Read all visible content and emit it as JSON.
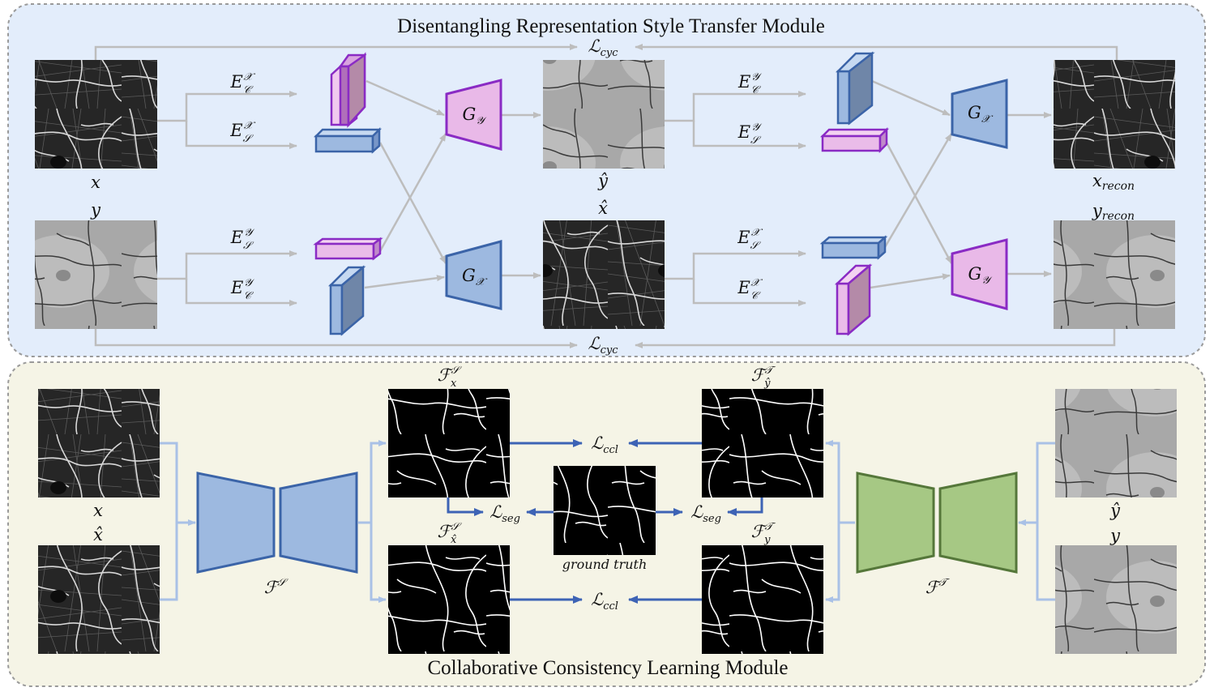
{
  "top_module": {
    "title": "Disentangling Representation Style Transfer Module",
    "loss_cyc_top": {
      "main": "ℒ",
      "sub": "cyc"
    },
    "loss_cyc_bottom": {
      "main": "ℒ",
      "sub": "cyc"
    },
    "encoders": {
      "ec_x": {
        "main": "E",
        "sub": "𝒞",
        "sup": "𝒳"
      },
      "es_x": {
        "main": "E",
        "sub": "𝒮",
        "sup": "𝒳"
      },
      "es_y": {
        "main": "E",
        "sub": "𝒮",
        "sup": "𝒴"
      },
      "ec_y": {
        "main": "E",
        "sub": "𝒞",
        "sup": "𝒴"
      },
      "ec_y2": {
        "main": "E",
        "sub": "𝒞",
        "sup": "𝒴"
      },
      "es_y2": {
        "main": "E",
        "sub": "𝒮",
        "sup": "𝒴"
      },
      "es_x2": {
        "main": "E",
        "sub": "𝒮",
        "sup": "𝒳"
      },
      "ec_x2": {
        "main": "E",
        "sub": "𝒞",
        "sup": "𝒳"
      }
    },
    "generators": {
      "g_y1": {
        "main": "G",
        "sub": "𝒴"
      },
      "g_x1": {
        "main": "G",
        "sub": "𝒳"
      },
      "g_x2": {
        "main": "G",
        "sub": "𝒳"
      },
      "g_y2": {
        "main": "G",
        "sub": "𝒴"
      }
    },
    "image_labels": {
      "x": "x",
      "y": "y",
      "y_hat": "ŷ",
      "x_hat": "x̂",
      "x_recon": {
        "main": "x",
        "sub": "recon"
      },
      "y_recon": {
        "main": "y",
        "sub": "recon"
      }
    }
  },
  "bottom_module": {
    "title": "Collaborative Consistency Learning Module",
    "image_labels": {
      "x": "x",
      "x_hat": "x̂",
      "y_hat": "ŷ",
      "y": "y"
    },
    "networks": {
      "f_s": {
        "main": "ℱ",
        "sup": "𝒮"
      },
      "f_t": {
        "main": "ℱ",
        "sup": "𝒯"
      }
    },
    "predictions": {
      "fs_x": {
        "main": "ℱ",
        "sub": "x",
        "sup": "𝒮"
      },
      "fs_xhat": {
        "main": "ℱ",
        "sub": "x̂",
        "sup": "𝒮"
      },
      "ft_yhat": {
        "main": "ℱ",
        "sub": "ŷ",
        "sup": "𝒯"
      },
      "ft_y": {
        "main": "ℱ",
        "sub": "y",
        "sup": "𝒯"
      }
    },
    "ground_truth_label": "ground truth",
    "losses": {
      "ccl_top": {
        "main": "ℒ",
        "sub": "ccl"
      },
      "ccl_bottom": {
        "main": "ℒ",
        "sub": "ccl"
      },
      "seg_left": {
        "main": "ℒ",
        "sub": "seg"
      },
      "seg_right": {
        "main": "ℒ",
        "sub": "seg"
      }
    }
  },
  "colors": {
    "top_panel_bg": "#e3edfb",
    "bottom_panel_bg": "#f5f4e6",
    "panel_border": "#9a9a9a",
    "gray_arrow": "#bdbdbd",
    "blue_fill": "#9db9e0",
    "blue_stroke": "#3b64a8",
    "purple_fill": "#e9b9e8",
    "purple_stroke": "#8a2bc4",
    "green_fill": "#a6c884",
    "green_stroke": "#55773a",
    "dark_blue_arrow": "#3d63b5",
    "light_blue_arrow": "#a9c1e6"
  }
}
